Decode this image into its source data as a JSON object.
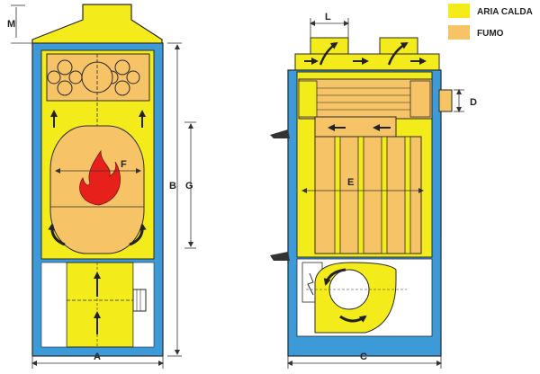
{
  "legend": {
    "hot_air": {
      "label": "ARIA CALDA",
      "color": "#f4ec1a"
    },
    "smoke": {
      "label": "FUMO",
      "color": "#f6c366"
    }
  },
  "dimensions": {
    "A": "A",
    "B": "B",
    "G": "G",
    "F": "F",
    "M": "M",
    "L": "L",
    "D": "D",
    "E": "E",
    "C": "C"
  },
  "colors": {
    "casing_blue": "#3d9ad8",
    "hot_air_yellow": "#f4ec1a",
    "smoke_orange": "#f6c366",
    "flame_red": "#e8201c",
    "outline": "#2a2a2a"
  }
}
